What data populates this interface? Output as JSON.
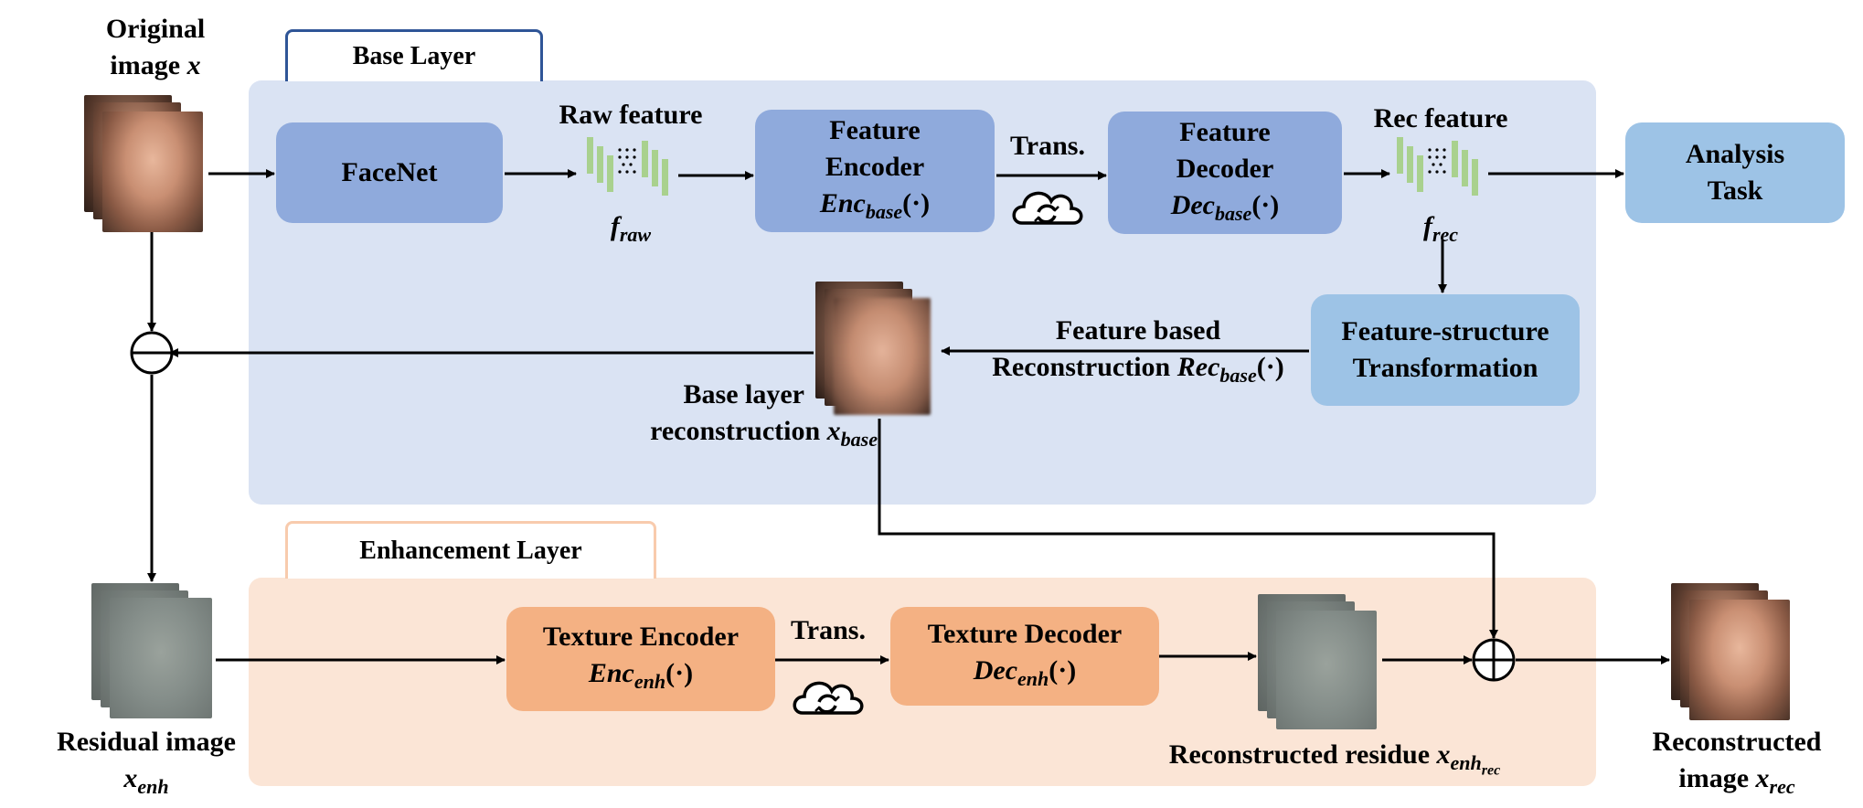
{
  "labels": {
    "original_image": "Original",
    "original_image_2": "image",
    "original_image_var": "x",
    "base_layer": "Base Layer",
    "enhancement_layer": "Enhancement Layer",
    "facenet": "FaceNet",
    "raw_feature": "Raw feature",
    "f_raw_main": "f",
    "f_raw_sub": "raw",
    "feature_encoder_1": "Feature",
    "feature_encoder_2": "Encoder",
    "enc_base_main": "Enc",
    "enc_base_sub": "base",
    "enc_base_arg": "(·)",
    "trans_top": "Trans.",
    "feature_decoder_1": "Feature",
    "feature_decoder_2": "Decoder",
    "dec_base_main": "Dec",
    "dec_base_sub": "base",
    "dec_base_arg": "(·)",
    "rec_feature": "Rec feature",
    "f_rec_main": "f",
    "f_rec_sub": "rec",
    "analysis_task_1": "Analysis",
    "analysis_task_2": "Task",
    "fst_1": "Feature-structure",
    "fst_2": "Transformation",
    "fbr_1": "Feature based",
    "fbr_2": "Reconstruction",
    "rec_base_main": "Rec",
    "rec_base_sub": "base",
    "rec_base_arg": "(·)",
    "base_rec_1": "Base layer",
    "base_rec_2": "reconstruction",
    "x_base_main": "x",
    "x_base_sub": "base",
    "residual_image": "Residual image",
    "x_enh_main": "x",
    "x_enh_sub": "enh",
    "texture_encoder": "Texture Encoder",
    "enc_enh_main": "Enc",
    "enc_enh_sub": "enh",
    "enc_enh_arg": "(·)",
    "trans_bottom": "Trans.",
    "texture_decoder": "Texture Decoder",
    "dec_enh_main": "Dec",
    "dec_enh_sub": "enh",
    "dec_enh_arg": "(·)",
    "reconstructed_residue": "Reconstructed residue",
    "x_enh_rec_main": "x",
    "x_enh_rec_sub": "enh",
    "x_enh_rec_subsub": "rec",
    "reconstructed_1": "Reconstructed",
    "reconstructed_2": "image",
    "x_rec_main": "x",
    "x_rec_sub": "rec"
  },
  "colors": {
    "base_panel": "#dae3f3",
    "enh_panel": "#fbe5d6",
    "base_tab_border": "#2f5597",
    "enh_tab_border": "#f8cbad",
    "module_blue": "#8faadc",
    "module_light_blue": "#9dc3e6",
    "module_orange": "#f4b183",
    "feature_bars": "#a9d18e"
  },
  "icons": [
    "cloud-sync-icon",
    "feature-stack-icon",
    "subtract-operator-icon",
    "add-operator-icon"
  ]
}
